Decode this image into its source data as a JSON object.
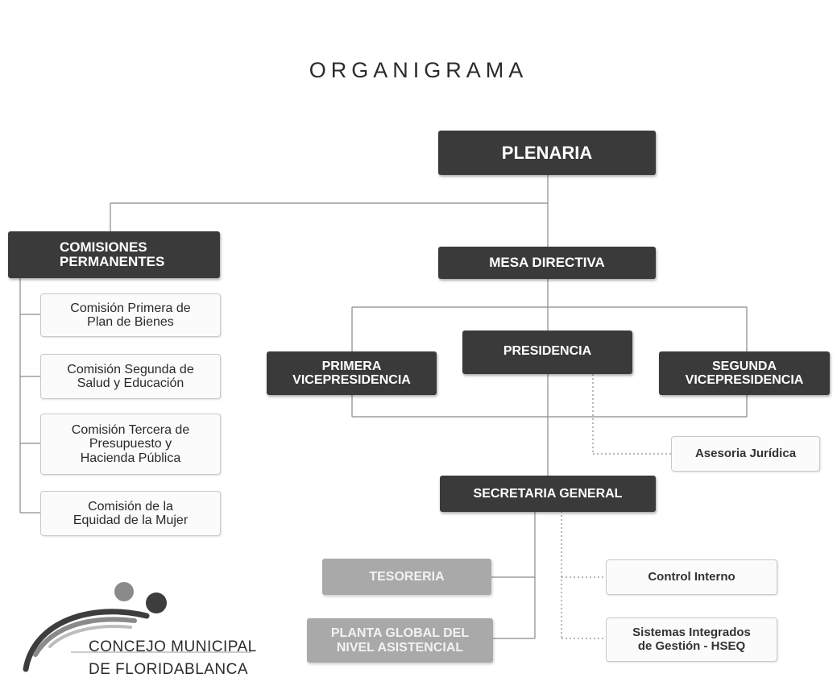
{
  "title": "ORGANIGRAMA",
  "nodes": {
    "plenaria": "PLENARIA",
    "comisiones": "COMISIONES\nPERMANENTES",
    "mesa": "MESA DIRECTIVA",
    "primera_vice": "PRIMERA\nVICEPRESIDENCIA",
    "presidencia": "PRESIDENCIA",
    "segunda_vice": "SEGUNDA\nVICEPRESIDENCIA",
    "asesoria": "Asesoria Jurídica",
    "secretaria": "SECRETARIA GENERAL",
    "tesoreria": "TESORERIA",
    "planta": "PLANTA GLOBAL DEL\nNIVEL ASISTENCIAL",
    "control": "Control Interno",
    "sistemas": "Sistemas Integrados\nde Gestión - HSEQ"
  },
  "comisiones_list": [
    "Comisión Primera de\nPlan de Bienes",
    "Comisión Segunda de\nSalud y Educación",
    "Comisión Tercera de\nPresupuesto y\nHacienda Pública",
    "Comisión de la\nEquidad de la Mujer"
  ],
  "logo": {
    "line1": "CONCEJO MUNICIPAL",
    "line2": "DE FLORIDABLANCA"
  },
  "colors": {
    "dark_box": "#3a3a3a",
    "light_box": "#a9a9a9",
    "line": "#8a8a8a"
  }
}
